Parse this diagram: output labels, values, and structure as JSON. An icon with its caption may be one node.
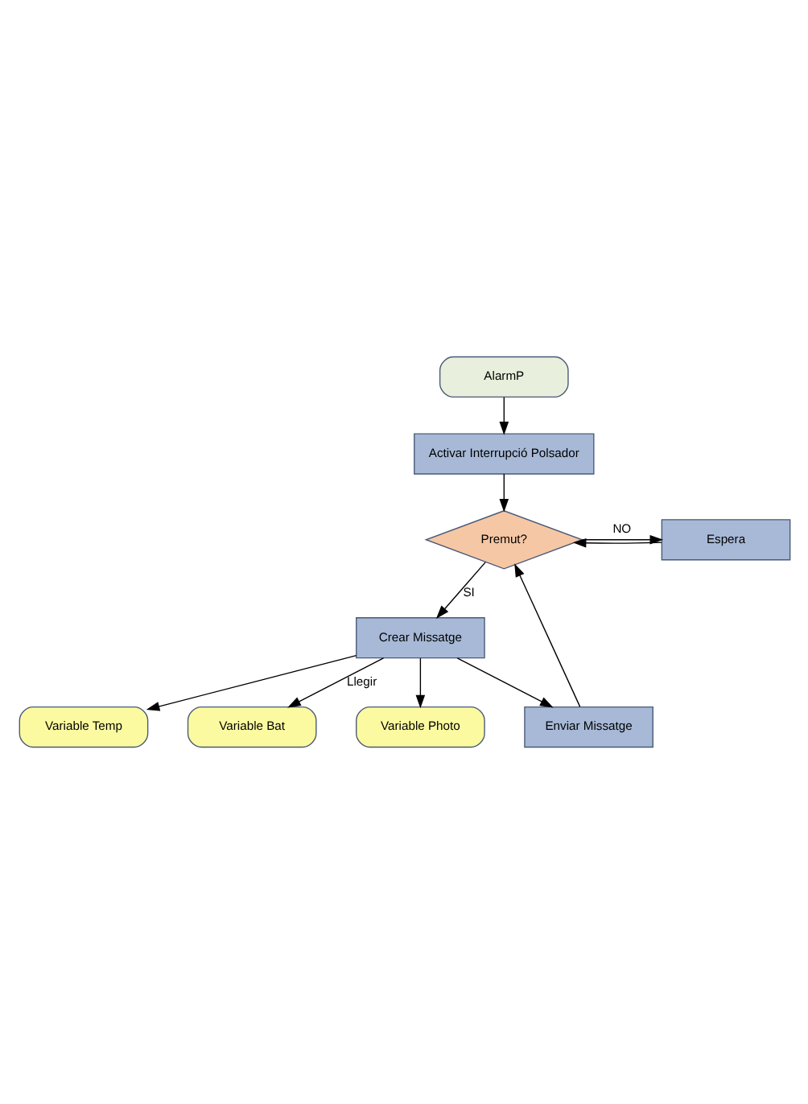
{
  "diagram": {
    "nodes": [
      {
        "text": [
          "AlarmP"
        ]
      },
      {
        "text": [
          "Activar Interrupció Polsador"
        ]
      },
      {
        "text": [
          "Premut?"
        ]
      },
      {
        "text": [
          "Espera"
        ]
      },
      {
        "text": [
          "Crear Missatge"
        ]
      },
      {
        "text": [
          "Variable Temp"
        ]
      },
      {
        "text": [
          "Variable Bat"
        ]
      },
      {
        "text": [
          "Variable Photo"
        ]
      },
      {
        "text": [
          "Enviar Missatge"
        ]
      }
    ],
    "edges": [
      {
        "from": 0,
        "to": 1,
        "arrow": "to"
      },
      {
        "from": 1,
        "to": 2,
        "arrow": "to"
      },
      {
        "from": 2,
        "to": 3,
        "arrow": "to",
        "label": "NO"
      },
      {
        "from": 3,
        "to": 2,
        "arrow": "to"
      },
      {
        "from": 2,
        "to": 4,
        "arrow": "to",
        "label": "SI"
      },
      {
        "from": 4,
        "to": 5,
        "arrow": "to"
      },
      {
        "from": 4,
        "to": 6,
        "arrow": "to",
        "label": "Llegir"
      },
      {
        "from": 4,
        "to": 7,
        "arrow": "to"
      },
      {
        "from": 4,
        "to": 8,
        "arrow": "to"
      },
      {
        "from": 8,
        "to": 2,
        "arrow": "to"
      }
    ]
  }
}
